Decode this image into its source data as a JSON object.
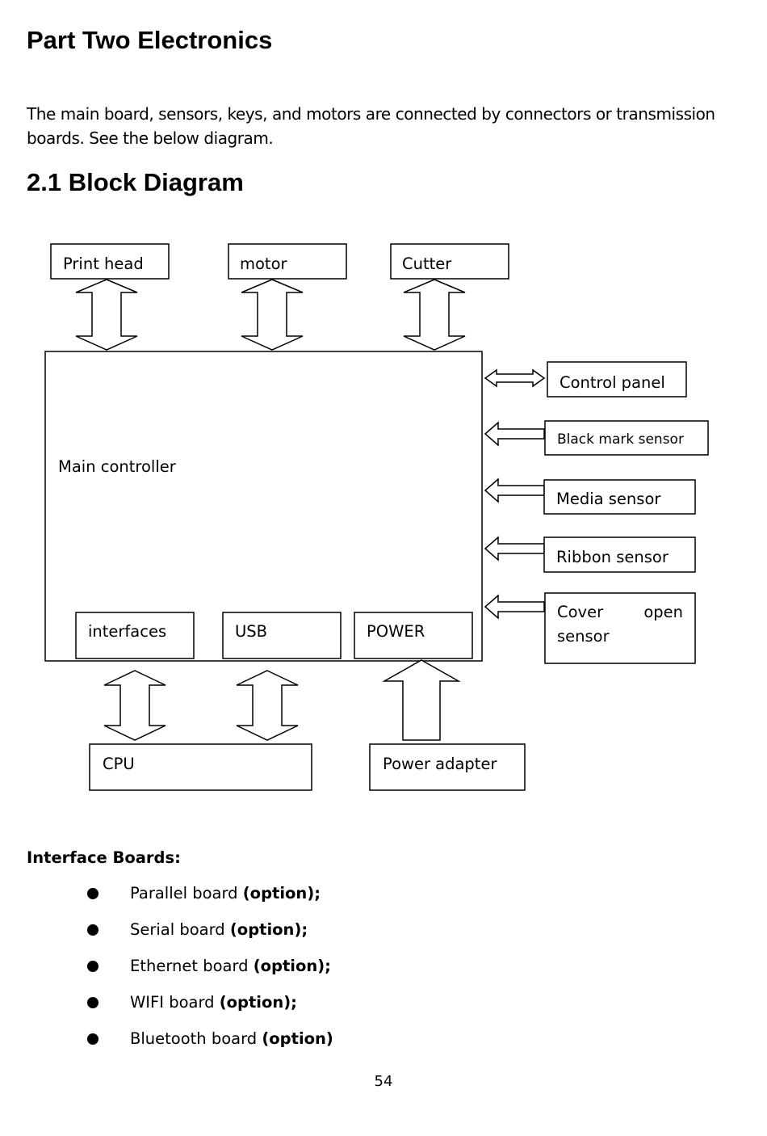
{
  "heading": "Part Two Electronics",
  "intro": "The main board, sensors, keys, and motors are connected by connectors or transmission boards. See the below diagram.",
  "section_title": "2.1 Block Diagram",
  "diagram": {
    "top_blocks": [
      "Print head",
      "motor",
      "Cutter"
    ],
    "main_controller": "Main controller",
    "inner_blocks": [
      "interfaces",
      "USB",
      "POWER"
    ],
    "right_blocks": [
      "Control panel",
      "Black mark sensor",
      "Media sensor",
      "Ribbon sensor"
    ],
    "cover_sensor": {
      "line1_a": "Cover",
      "line1_b": "open",
      "line2": "sensor"
    },
    "bottom_blocks": [
      "CPU",
      "Power adapter"
    ]
  },
  "interface_boards": {
    "title": "Interface Boards:",
    "items": [
      {
        "name": "Parallel board ",
        "option": "(option);"
      },
      {
        "name": "Serial board ",
        "option": "(option);"
      },
      {
        "name": "Ethernet board ",
        "option": "(option);"
      },
      {
        "name": "WIFI board ",
        "option": "(option);"
      },
      {
        "name": "Bluetooth board ",
        "option": "(option)"
      }
    ]
  },
  "page_number": "54"
}
